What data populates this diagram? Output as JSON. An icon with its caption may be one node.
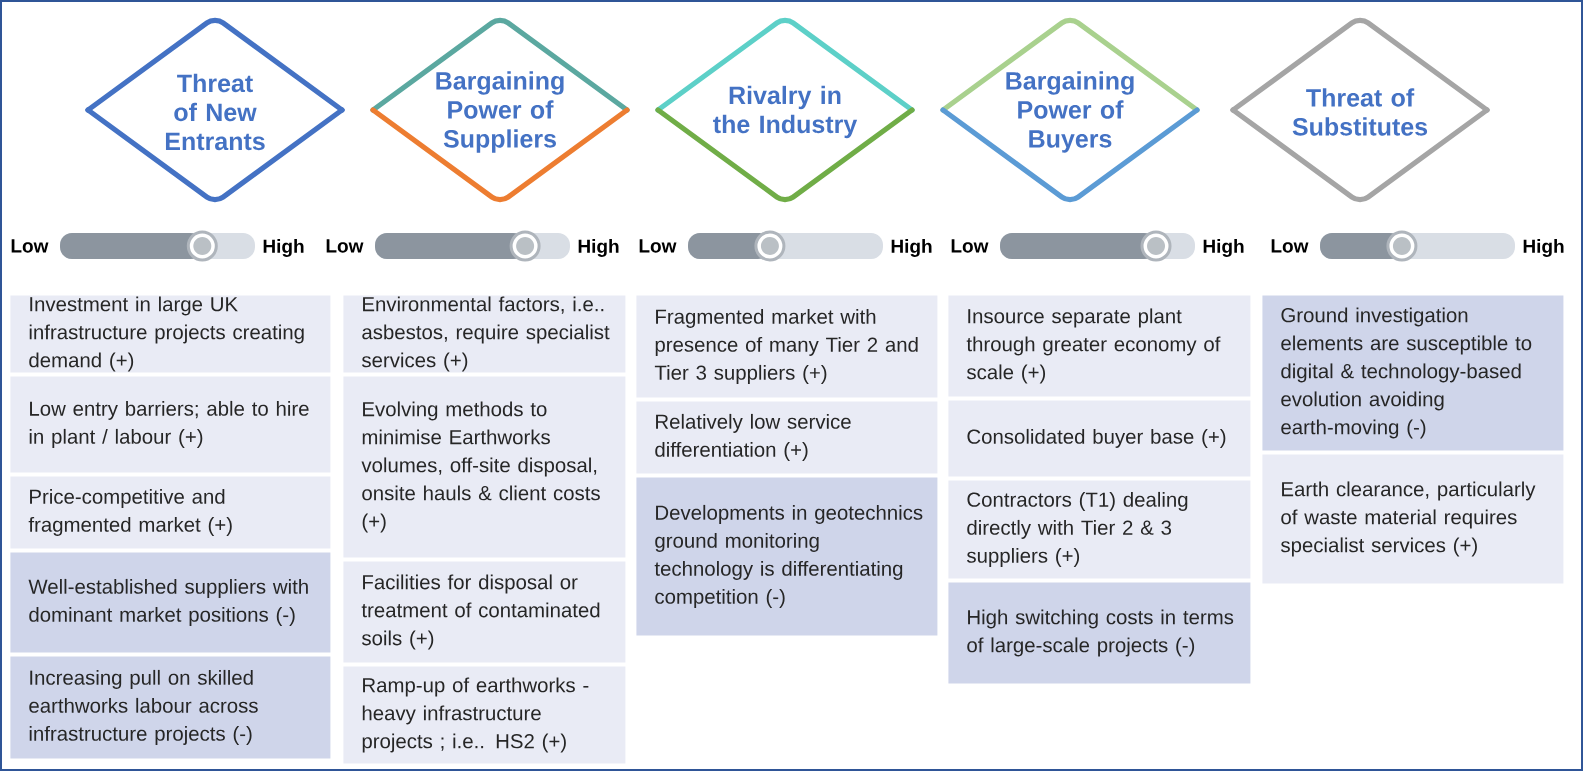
{
  "diagram": {
    "nodes": [
      {
        "text": [
          "Threat of New Entrants"
        ]
      },
      {
        "text": [
          "Bargaining Power of Suppliers"
        ]
      },
      {
        "text": [
          "Rivalry in the Industry"
        ]
      },
      {
        "text": [
          "Bargaining Power of Buyers"
        ]
      },
      {
        "text": [
          "Threat of Substitutes"
        ]
      },
      {
        "text": [
          "Investment in large UK infrastructure projects creating demand (+)"
        ]
      },
      {
        "text": [
          "Low entry barriers; able to hire in plant / labour (+)"
        ]
      },
      {
        "text": [
          "Price-competitive and fragmented market (+)"
        ]
      },
      {
        "text": [
          "Well-established suppliers with dominant market positions (-)"
        ]
      },
      {
        "text": [
          "Increasing pull on skilled earthworks labour across infrastructure projects (-)"
        ]
      },
      {
        "text": [
          "Environmental factors, i.e.. asbestos, require specialist services (+)"
        ]
      },
      {
        "text": [
          "Evolving methods to minimise Earthworks volumes, off-site disposal, onsite hauls & client costs (+)"
        ]
      },
      {
        "text": [
          "Facilities for disposal or treatment of contaminated soils (+)"
        ]
      },
      {
        "text": [
          "Ramp-up of earthworks - heavy infrastructure projects ; i.e.. HS2 (+)"
        ]
      },
      {
        "text": [
          "Fragmented market with presence of many Tier 2 and Tier 3 suppliers (+)"
        ]
      },
      {
        "text": [
          "Relatively low service differentiation (+)"
        ]
      },
      {
        "text": [
          "Developments in geotechnics ground monitoring technology is differentiating competition (-)"
        ]
      },
      {
        "text": [
          "Insource separate plant through greater economy of scale (+)"
        ]
      },
      {
        "text": [
          "Consolidated buyer base (+)"
        ]
      },
      {
        "text": [
          "Contractors (T1) dealing directly with Tier 2 & 3 suppliers (+)"
        ]
      },
      {
        "text": [
          "High switching costs in terms of large-scale projects (-)"
        ]
      },
      {
        "text": [
          "Ground investigation elements are susceptible to digital & technology-based evolution avoiding earth-moving (-)"
        ]
      },
      {
        "text": [
          "Earth clearance, particularly of waste material requires specialist services (+)"
        ]
      }
    ],
    "labels": [
      "Low",
      "High",
      "Low",
      "High",
      "Low",
      "High",
      "Low",
      "High",
      "Low",
      "High"
    ]
  }
}
